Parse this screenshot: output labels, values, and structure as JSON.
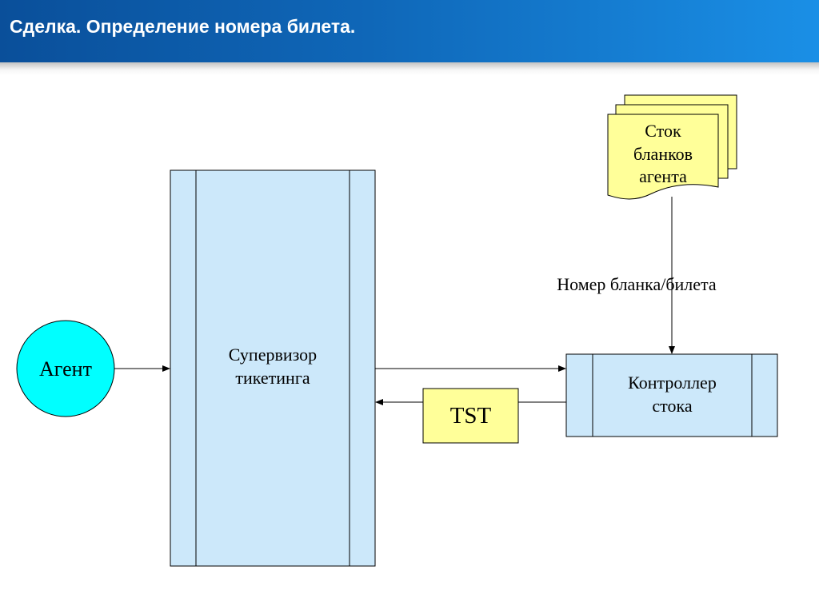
{
  "title": "Сделка. Определение номера билета.",
  "nodes": {
    "agent": {
      "label": "Агент",
      "color": "#00ffff"
    },
    "supervisor": {
      "line1": "Супервизор",
      "line2": "тикетинга",
      "color": "#cce8fa"
    },
    "stock": {
      "line1": "Сток",
      "line2": "бланков",
      "line3": "агента",
      "color": "#ffff99"
    },
    "controller": {
      "line1": "Контроллер",
      "line2": "стока",
      "color": "#cce8fa"
    },
    "tst": {
      "label": "TST",
      "color": "#ffff99"
    }
  },
  "edges": {
    "stock_to_controller_label": "Номер бланка/билета"
  }
}
